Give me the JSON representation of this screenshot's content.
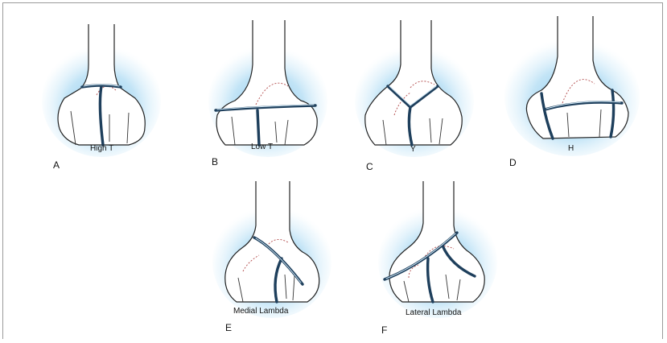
{
  "figure": {
    "panels": [
      {
        "letter": "A",
        "caption": "High T"
      },
      {
        "letter": "B",
        "caption": "Low T"
      },
      {
        "letter": "C",
        "caption": "Y"
      },
      {
        "letter": "D",
        "caption": "H"
      },
      {
        "letter": "E",
        "caption": "Medial Lambda"
      },
      {
        "letter": "F",
        "caption": "Lateral Lambda"
      }
    ],
    "colors": {
      "glow": "#7cc4ec",
      "fracture_line": "#1e3f5c",
      "bone_outline": "#222222",
      "hidden_contour": "#b24a4a"
    }
  }
}
